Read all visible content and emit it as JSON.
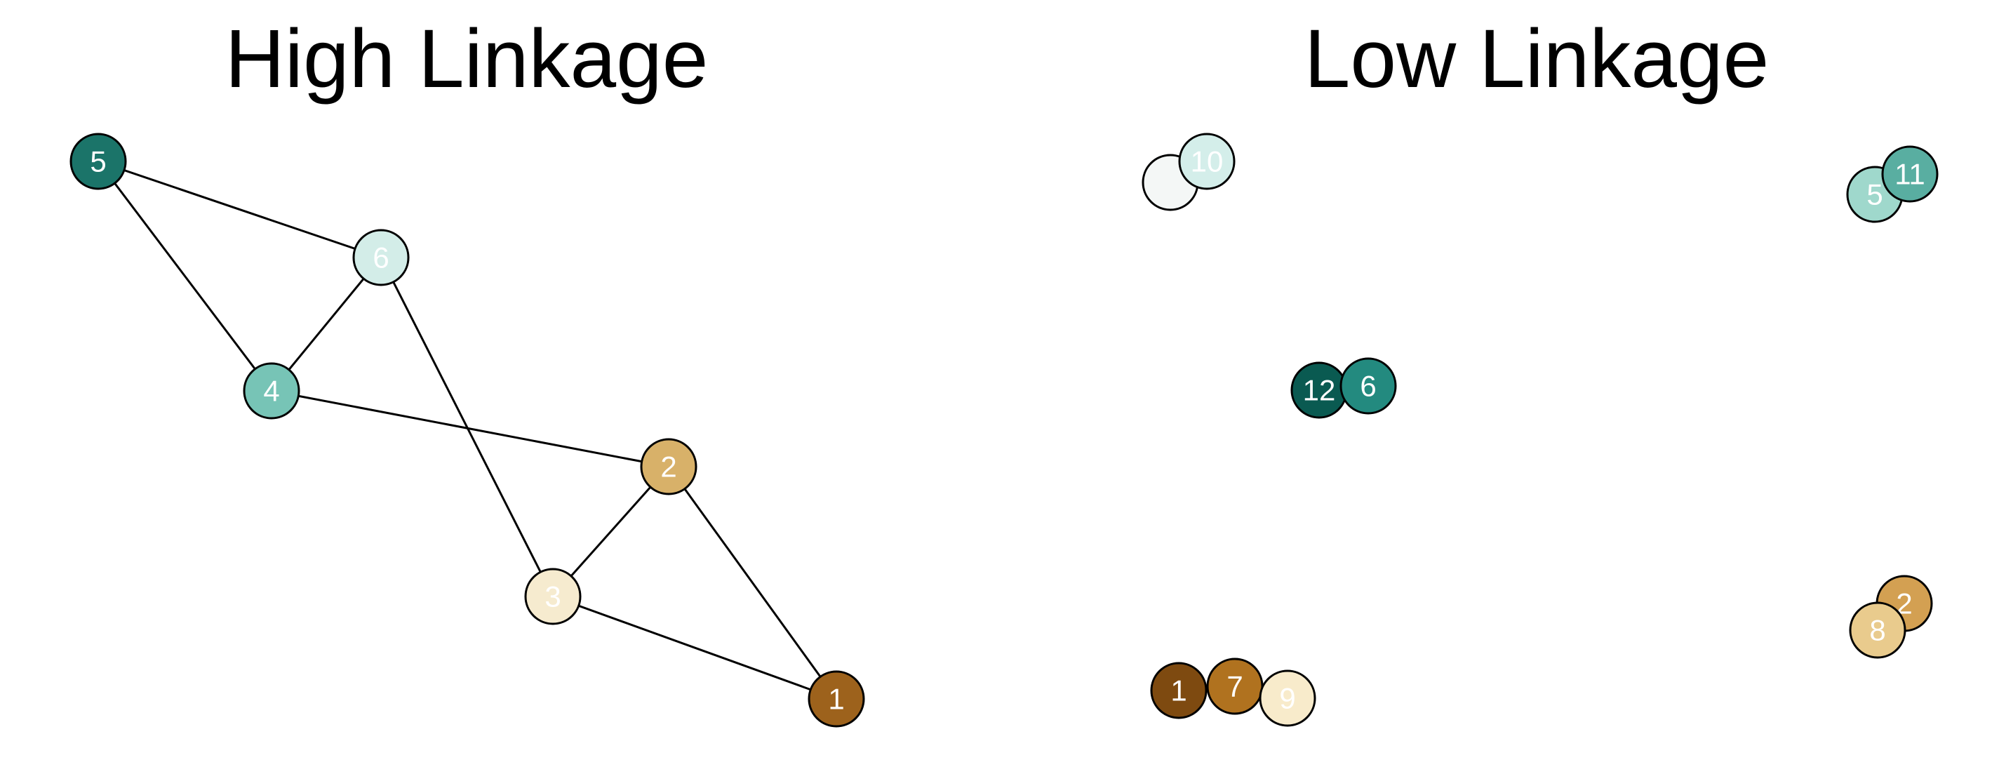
{
  "titles": {
    "left": "High Linkage",
    "right": "Low Linkage"
  },
  "high_linkage": {
    "nodes": [
      {
        "id": "5",
        "label": "5",
        "color": "#1b7469"
      },
      {
        "id": "6",
        "label": "6",
        "color": "#d3ede8"
      },
      {
        "id": "4",
        "label": "4",
        "color": "#77c4b6"
      },
      {
        "id": "2",
        "label": "2",
        "color": "#d8b169"
      },
      {
        "id": "3",
        "label": "3",
        "color": "#f6ebcf"
      },
      {
        "id": "1",
        "label": "1",
        "color": "#9d621c"
      }
    ],
    "edges": [
      [
        "5",
        "6"
      ],
      [
        "5",
        "4"
      ],
      [
        "6",
        "4"
      ],
      [
        "6",
        "3"
      ],
      [
        "4",
        "2"
      ],
      [
        "2",
        "3"
      ],
      [
        "2",
        "1"
      ],
      [
        "3",
        "1"
      ]
    ]
  },
  "low_linkage": {
    "nodes": [
      {
        "id": "a",
        "label": "",
        "color": "#f4f7f6"
      },
      {
        "id": "10",
        "label": "10",
        "color": "#d4eeea"
      },
      {
        "id": "5",
        "label": "5",
        "color": "#9fd8cc"
      },
      {
        "id": "11",
        "label": "11",
        "color": "#59aea1"
      },
      {
        "id": "12",
        "label": "12",
        "color": "#0a5a51"
      },
      {
        "id": "6",
        "label": "6",
        "color": "#238a7f"
      },
      {
        "id": "2",
        "label": "2",
        "color": "#d3a052"
      },
      {
        "id": "8",
        "label": "8",
        "color": "#e9cb8d"
      },
      {
        "id": "1",
        "label": "1",
        "color": "#7e4a10"
      },
      {
        "id": "7",
        "label": "7",
        "color": "#b0721f"
      },
      {
        "id": "9",
        "label": "9",
        "color": "#f8ebcb"
      }
    ]
  }
}
